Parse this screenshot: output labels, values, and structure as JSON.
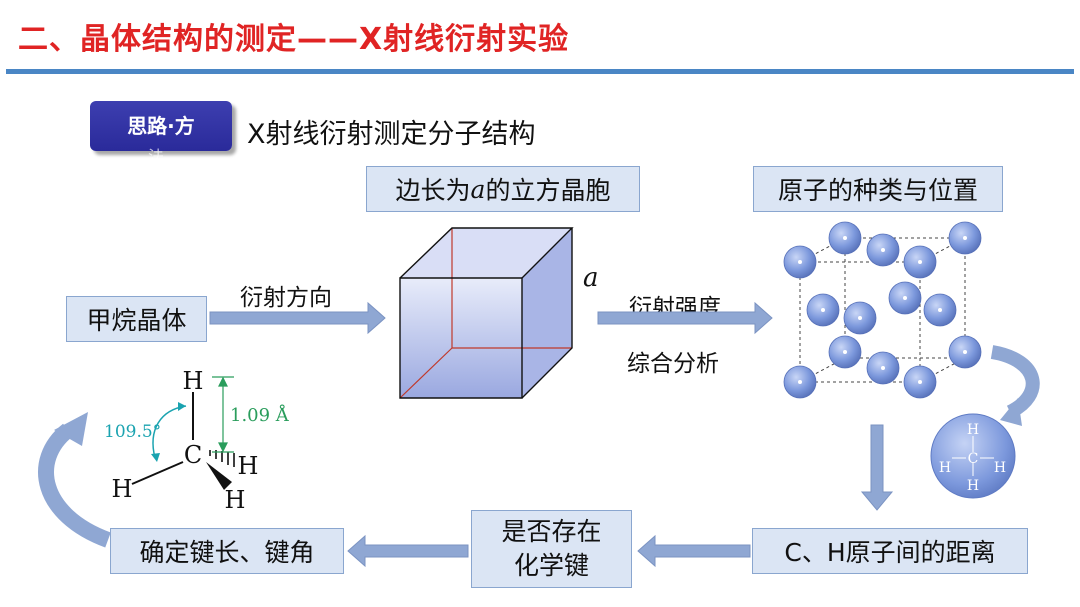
{
  "slide": {
    "title": "二、晶体结构的测定——X射线衍射实验",
    "badge": "思路·方",
    "badge_overflow": "法",
    "subtitle": "X射线衍射测定分子结构"
  },
  "flow": {
    "start": "甲烷晶体",
    "arrow1_label": "衍射方向",
    "cube_caption_prefix": "边长为",
    "cube_caption_var": "a",
    "cube_caption_suffix": "的立方晶胞",
    "edge_label": "a",
    "arrow2_label_top": "衍射强度",
    "arrow2_label_bottom": "综合分析",
    "crystal_caption": "原子的种类与位置",
    "distance_box": "C、H原子间的距离",
    "bond_box_line1": "是否存在",
    "bond_box_line2": "化学键",
    "final_box": "确定键长、键角"
  },
  "methane": {
    "angle_label": "109.5°",
    "length_label": "1.09 Å",
    "atom_c": "C",
    "atom_h": "H"
  },
  "colors": {
    "title_red": "#e02424",
    "rule_blue": "#4a86c5",
    "badge_blue": "#2f2fa3",
    "box_fill": "#dbe5f4",
    "arrow_blue": "#8fa7d3",
    "sphere_blue": "#7c98dc",
    "cube_edge_red": "#c0392b",
    "angle_teal": "#1aa3b0",
    "length_green": "#2a9d5c"
  }
}
